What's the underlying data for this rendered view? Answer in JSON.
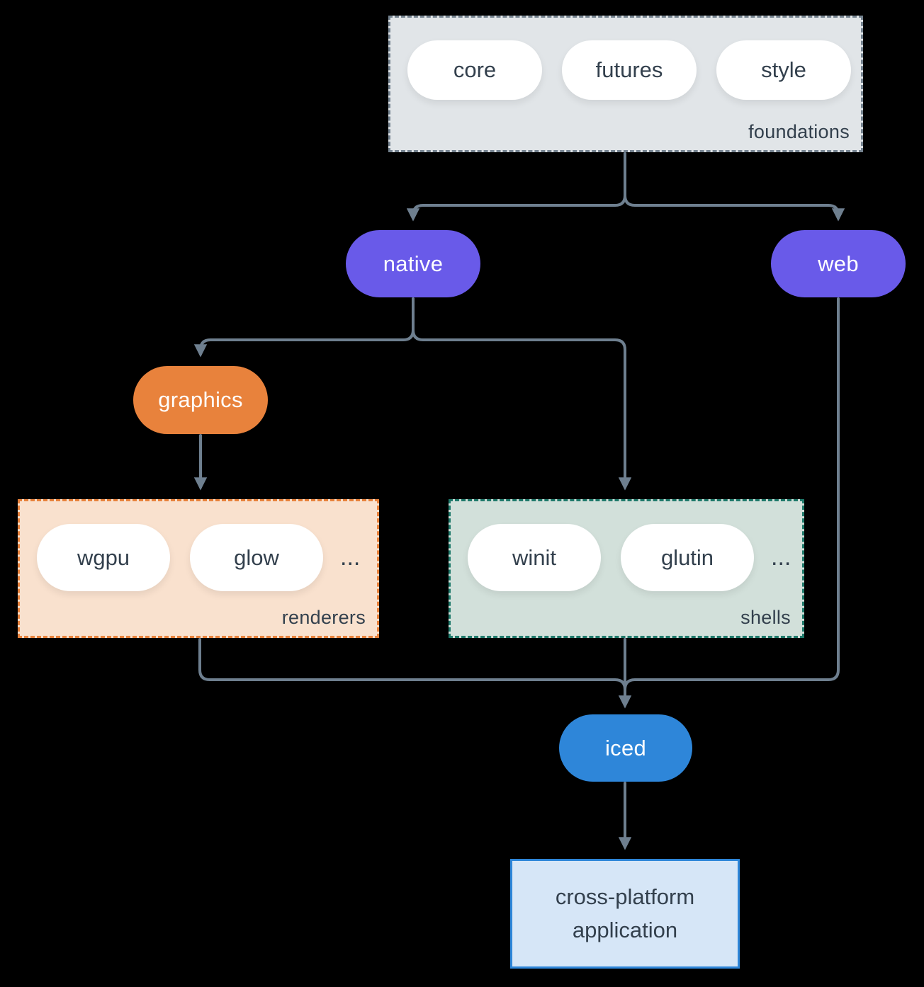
{
  "colors": {
    "background": "#000000",
    "arrow": "#6E7F8F",
    "purple_node": "#695AE9",
    "orange_node": "#E8823C",
    "blue_node": "#2E86D9",
    "foundations_fill": "#E1E5E8",
    "foundations_border": "#74828F",
    "renderers_fill": "#F9E1CE",
    "renderers_border": "#E8823C",
    "shells_fill": "#D2E0DA",
    "shells_border": "#1F7A6B",
    "application_fill": "#D6E6F7",
    "application_border": "#2E86D9",
    "pill_fill": "#FFFFFF",
    "text_dark": "#33404D",
    "text_light": "#FFFFFF"
  },
  "diagram": {
    "foundations": {
      "label": "foundations",
      "pills": [
        "core",
        "futures",
        "style"
      ]
    },
    "native": {
      "label": "native"
    },
    "web": {
      "label": "web"
    },
    "graphics": {
      "label": "graphics"
    },
    "renderers": {
      "label": "renderers",
      "pills": [
        "wgpu",
        "glow"
      ],
      "ellipsis": "..."
    },
    "shells": {
      "label": "shells",
      "pills": [
        "winit",
        "glutin"
      ],
      "ellipsis": "..."
    },
    "iced": {
      "label": "iced"
    },
    "application": {
      "label": "cross-platform application"
    }
  }
}
